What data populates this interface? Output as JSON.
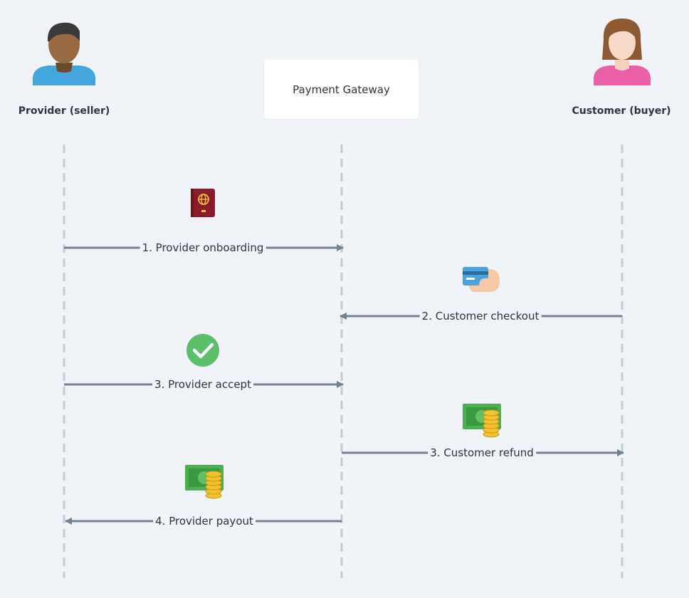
{
  "actors": {
    "provider": {
      "label": "Provider (seller)",
      "icon": "provider-avatar-icon"
    },
    "gateway": {
      "label": "Payment Gateway"
    },
    "customer": {
      "label": "Customer (buyer)",
      "icon": "customer-avatar-icon"
    }
  },
  "messages": [
    {
      "label": "1. Provider onboarding",
      "from": "provider",
      "to": "gateway",
      "icon": "passport-icon"
    },
    {
      "label": "2. Customer checkout",
      "from": "customer",
      "to": "gateway",
      "icon": "credit-card-hand-icon"
    },
    {
      "label": "3. Provider accept",
      "from": "provider",
      "to": "gateway",
      "icon": "checkmark-circle-icon"
    },
    {
      "label": "3. Customer refund",
      "from": "gateway",
      "to": "customer",
      "icon": "money-coins-icon"
    },
    {
      "label": "4. Provider payout",
      "from": "gateway",
      "to": "provider",
      "icon": "money-coins-icon"
    }
  ],
  "colors": {
    "background": "#f0f3f7",
    "lifeline": "#c5ccd4",
    "arrow": "#748190",
    "text": "#2e3640",
    "provider_shirt": "#42a5dc",
    "customer_shirt": "#ec5fa6",
    "passport": "#8b1a2b",
    "check": "#5cbf6a",
    "money": "#4caf50",
    "coins": "#f2c12e",
    "card": "#4aa3df"
  }
}
